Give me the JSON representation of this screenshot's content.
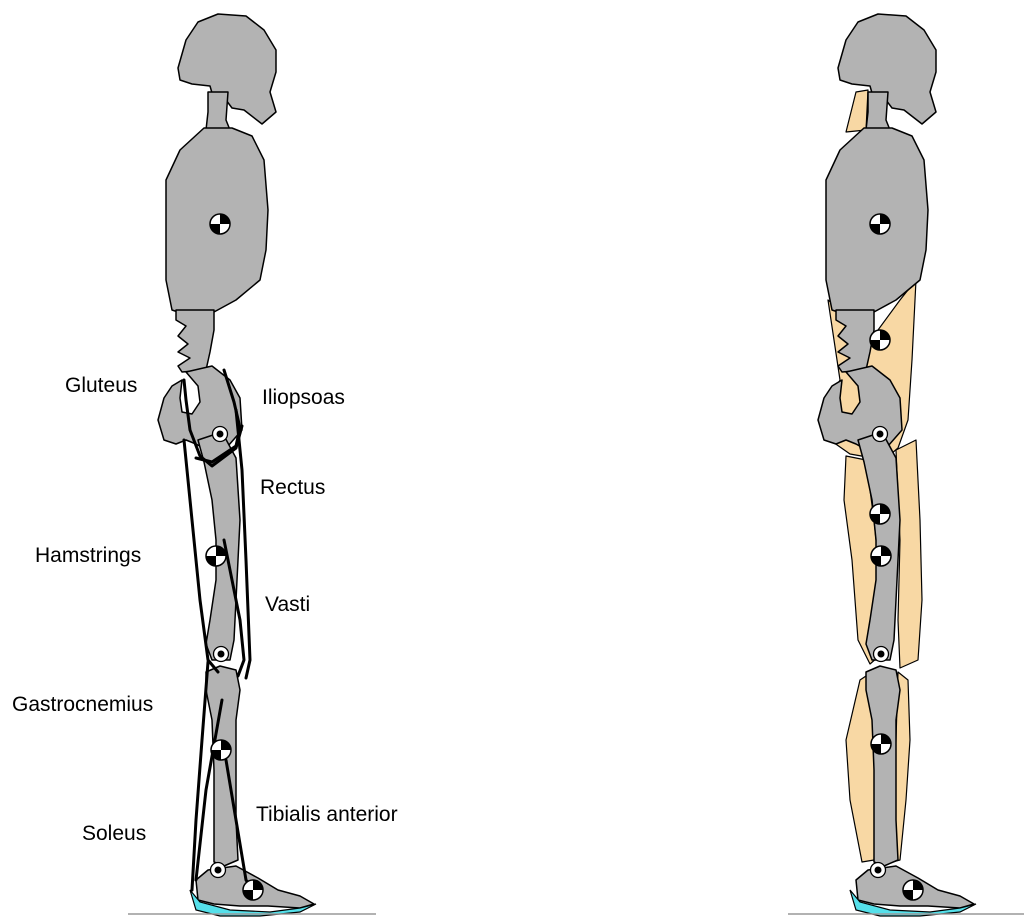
{
  "labels": {
    "gluteus": "Gluteus",
    "iliopsoas": "Iliopsoas",
    "rectus": "Rectus",
    "hamstrings": "Hamstrings",
    "vasti": "Vasti",
    "gastrocnemius": "Gastrocnemius",
    "soleus": "Soleus",
    "tibialis_anterior": "Tibialis anterior"
  },
  "colors": {
    "bone": "#b3b3b3",
    "muscle": "#f8d8a4",
    "foot_pad": "#55e0ea",
    "outline": "#000000",
    "ground": "#999999"
  }
}
